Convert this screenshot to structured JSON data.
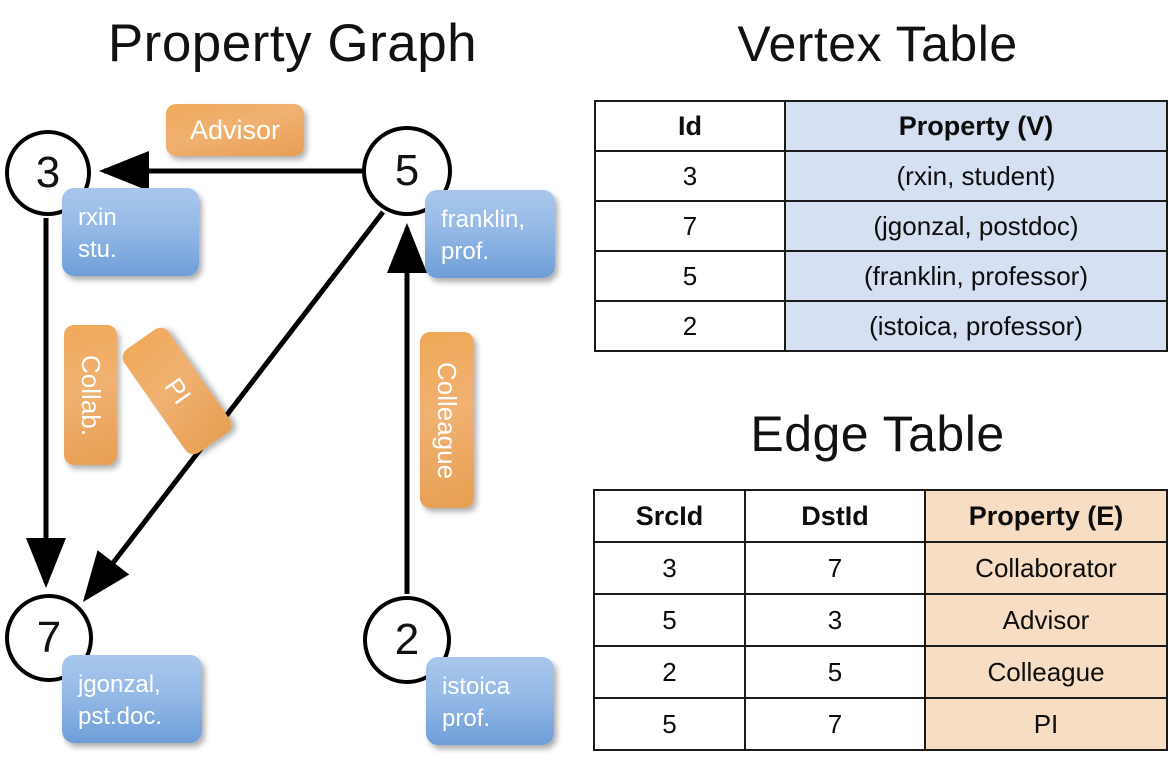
{
  "titles": {
    "property_graph": "Property Graph",
    "vertex_table": "Vertex Table",
    "edge_table": "Edge Table"
  },
  "graph": {
    "nodes": [
      {
        "id": "3",
        "label": "3",
        "property_lines": [
          "rxin",
          "stu."
        ]
      },
      {
        "id": "5",
        "label": "5",
        "property_lines": [
          "franklin,",
          "prof."
        ]
      },
      {
        "id": "7",
        "label": "7",
        "property_lines": [
          "jgonzal,",
          "pst.doc."
        ]
      },
      {
        "id": "2",
        "label": "2",
        "property_lines": [
          "istoica",
          "prof."
        ]
      }
    ],
    "edge_labels": [
      {
        "name": "advisor",
        "text": "Advisor"
      },
      {
        "name": "collab",
        "text": "Collab."
      },
      {
        "name": "pi",
        "text": "PI"
      },
      {
        "name": "colleague",
        "text": "Colleague"
      }
    ],
    "colors": {
      "vertex_box": "#95b9e6",
      "edge_box": "#efa958",
      "node_stroke": "#000000",
      "edge_stroke": "#000000"
    }
  },
  "vertex_table": {
    "headers": [
      "Id",
      "Property (V)"
    ],
    "rows": [
      [
        "3",
        "(rxin, student)"
      ],
      [
        "7",
        "(jgonzal, postdoc)"
      ],
      [
        "5",
        "(franklin, professor)"
      ],
      [
        "2",
        "(istoica, professor)"
      ]
    ],
    "property_column_color": "#d5e0f2"
  },
  "edge_table": {
    "headers": [
      "SrcId",
      "DstId",
      "Property (E)"
    ],
    "rows": [
      [
        "3",
        "7",
        "Collaborator"
      ],
      [
        "5",
        "3",
        "Advisor"
      ],
      [
        "2",
        "5",
        "Colleague"
      ],
      [
        "5",
        "7",
        "PI"
      ]
    ],
    "property_column_color": "#f6ddc3"
  },
  "chart_data": {
    "type": "diagram",
    "title": "Property Graph",
    "nodes": [
      {
        "id": 3,
        "name": "rxin",
        "role": "student"
      },
      {
        "id": 7,
        "name": "jgonzal",
        "role": "postdoc"
      },
      {
        "id": 5,
        "name": "franklin",
        "role": "professor"
      },
      {
        "id": 2,
        "name": "istoica",
        "role": "professor"
      }
    ],
    "edges": [
      {
        "src": 3,
        "dst": 7,
        "property": "Collaborator"
      },
      {
        "src": 5,
        "dst": 3,
        "property": "Advisor"
      },
      {
        "src": 2,
        "dst": 5,
        "property": "Colleague"
      },
      {
        "src": 5,
        "dst": 7,
        "property": "PI"
      }
    ]
  }
}
